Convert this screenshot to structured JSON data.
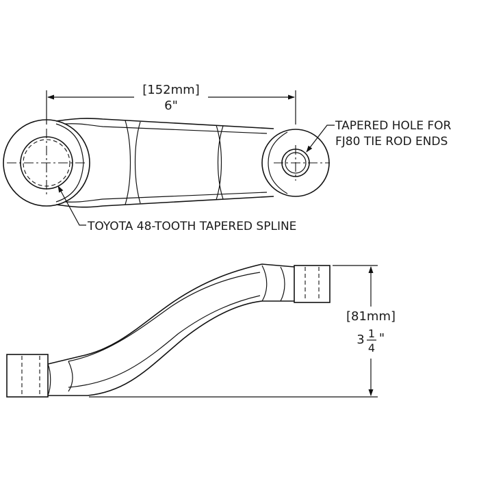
{
  "top_view": {
    "width_metric": "[152mm]",
    "width_imperial": "6\"",
    "callout_hole_line1": "TAPERED HOLE FOR",
    "callout_hole_line2": "FJ80 TIE ROD ENDS",
    "callout_spline": "TOYOTA 48-TOOTH TAPERED SPLINE"
  },
  "side_view": {
    "height_metric": "[81mm]",
    "height_whole": "3",
    "height_numerator": "1",
    "height_denominator": "4",
    "height_unit": "\""
  }
}
